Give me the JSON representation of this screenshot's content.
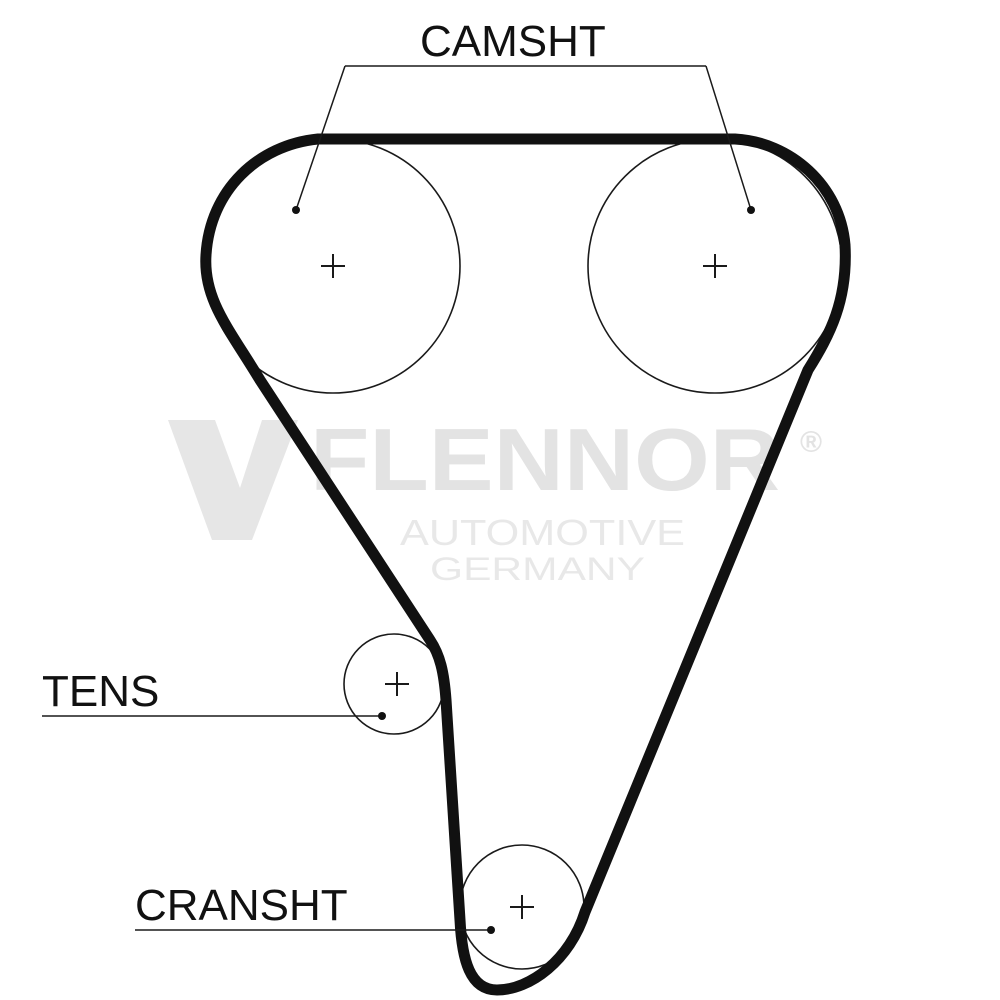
{
  "labels": {
    "camshaft": "CAMSHT",
    "tensioner": "TENS",
    "crankshaft": "CRANSHT"
  },
  "watermark": {
    "brand": "FLENNOR",
    "registered": "®",
    "line1": "AUTOMOTIVE",
    "line2": "GERMANY",
    "color": "#e3e3e3"
  },
  "colors": {
    "belt": "#111111",
    "lines": "#1a1a1a",
    "background": "#ffffff"
  }
}
